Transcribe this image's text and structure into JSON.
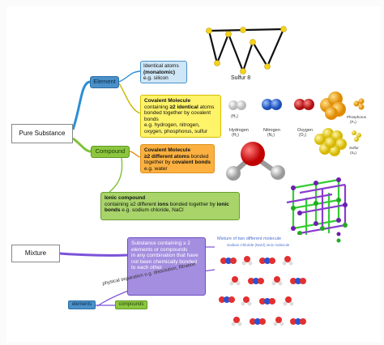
{
  "pure_substance": "Pure Substance",
  "element": "Element",
  "identical_atoms": {
    "line1": "Identical atoms",
    "line2": "(monatomic)",
    "line3": "e.g. silicon"
  },
  "covalent_molecule": {
    "title": "Covalent Molecule",
    "line1_pre": "containing ",
    "line1_bold": "≥2 identical",
    "line1_post": " atoms",
    "line2": "bonded together by covalent",
    "line3": "bonds",
    "line4": "e.g. hydrogen, nitrogen,",
    "line5": "oxygen, phosphorus, sulfur"
  },
  "compound": "Compound",
  "covalent_compound": {
    "title": "Covalent Molecule",
    "line1_bold": "≥2 different atoms",
    "line1_post": " bonded",
    "line2_pre": "together by ",
    "line2_bold": "covalent bonds",
    "line3": "e.g. water"
  },
  "ionic_compound": {
    "title": "Ionic compound",
    "line1_pre": "containing ≥2 different ",
    "line1_bold": "ions",
    "line1_post": " bonded together by ",
    "line1_bold2": "ionic",
    "line2_bold": "bonds",
    "line2_post": " e.g. sodium chloride, NaCl"
  },
  "mixture": "Mixture",
  "substance_text": {
    "line1": "Substance containing ≥ 2",
    "line2": "elements or compounds",
    "line3": "in any combination that have",
    "line4": "not been chemically bonded",
    "line5": "to each other"
  },
  "separation_label": "physical separation e.g. dissolution, filtration",
  "elements_label": "elements",
  "compounds_label": "compounds",
  "sulfur_label": "Sulfur 8",
  "molecule_labels": {
    "hydrogen": "Hydrogen",
    "hydrogen_formula": "(H₂)",
    "nitrogen": "Nitrogen",
    "nitrogen_formula": "(N₂)",
    "oxygen": "Oxygen",
    "oxygen_formula": "(O₂)",
    "phosphorus": "Phosphorus",
    "phosphorus_formula": "(P₄)",
    "sulfur": "Sulfur",
    "sulfur_formula": "(S₈)"
  },
  "mixture_image_title": "Mixture of two different molecule",
  "mixture_image_subtitle": "Sodium Chloride (NaCl) ionic molecule",
  "colors": {
    "element_blue": "#4a90c9",
    "compound_green": "#8cc63f",
    "covalent_yellow": "#fff36a",
    "covalent_orange": "#fbb040",
    "mixture_purple": "#7b52d9"
  }
}
